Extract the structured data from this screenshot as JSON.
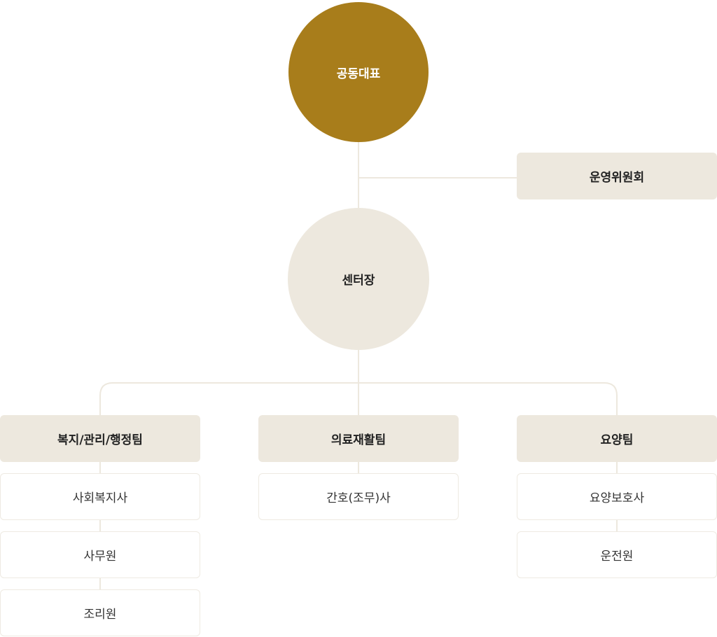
{
  "org": {
    "ceo": "공동대표",
    "committee": "운영위원회",
    "director": "센터장",
    "teams": [
      {
        "name": "복지/관리/행정팀",
        "members": [
          "사회복지사",
          "사무원",
          "조리원"
        ]
      },
      {
        "name": "의료재활팀",
        "members": [
          "간호(조무)사"
        ]
      },
      {
        "name": "요양팀",
        "members": [
          "요양보호사",
          "운전원"
        ]
      }
    ]
  },
  "colors": {
    "primary": "#A87D1B",
    "secondary": "#EDE8DE"
  }
}
